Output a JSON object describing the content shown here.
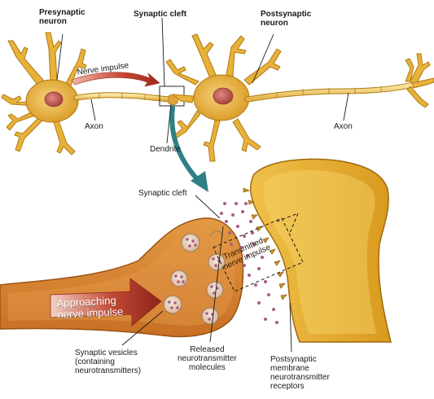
{
  "labels": {
    "presynaptic_neuron": "Presynaptic\nneuron",
    "synaptic_cleft_top": "Synaptic cleft",
    "postsynaptic_neuron": "Postsynaptic\nneuron",
    "nerve_impulse": "Nerve impulse",
    "axon_left": "Axon",
    "axon_right": "Axon",
    "dendrite": "Dendrite",
    "synaptic_cleft_detail": "Synaptic cleft",
    "transmitted_impulse": "Transmitted\nnerve impulse",
    "approaching_impulse": "Approaching\nnerve impulse",
    "synaptic_vesicles": "Synaptic vesicles\n(containing\nneurotransmitters)",
    "released_molecules": "Released\nneurotransmitter\nmolecules",
    "postsynaptic_receptors": "Postsynaptic\nmembrane\nneurotransmitter\nreceptors"
  },
  "colors": {
    "neuron_fill": "#e8b23a",
    "neuron_edge": "#b07a14",
    "nucleus": "#c9605a",
    "myelin": "#f3dc86",
    "terminal_inner": "#d9893a",
    "impulse_arrow": "#b83a2a",
    "pointer_arrow": "#2f7f86",
    "molecule": "#a85a8a"
  }
}
